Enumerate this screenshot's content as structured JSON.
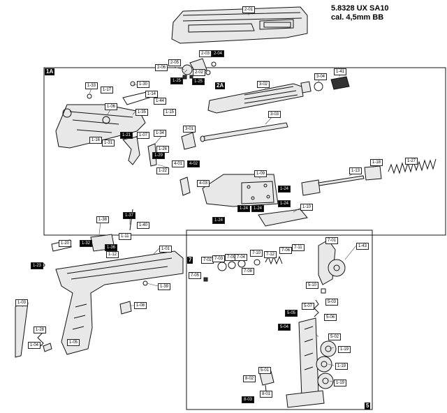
{
  "header": {
    "line1": "5.8328 UX SA10",
    "line2": "cal. 4,5mm BB"
  },
  "sections": {
    "s1A": "1A",
    "s2A": "2A",
    "s7": "7",
    "s5": "5"
  },
  "labels": {
    "l2_01": "2-01",
    "l2_06": "2-06",
    "l2_05": "2-05",
    "l2_02": "2-02",
    "l2_03": "2-03",
    "l2_04": "2-04",
    "l1_25a": "1-25",
    "l1_25b": "1-25",
    "l3_02": "3-02",
    "l3_04": "3-04",
    "l1_41": "1-41",
    "l3_03": "3-03",
    "l3_01": "3-01",
    "l1_33": "1-33",
    "l1_17": "1-17",
    "l1_30": "1-30",
    "l1_14": "1-14",
    "l1_44": "1-44",
    "l1_06": "1-06",
    "l1_35": "1-35",
    "l1_15": "1-15",
    "l1_21": "1-21",
    "l1_07": "1-07",
    "l1_34": "1-34",
    "l1_16": "1-16",
    "l1_31": "1-31",
    "l1_26": "1-26",
    "l1_29": "1-29",
    "l1_22": "1-22",
    "l4_01": "4-01",
    "l4_02": "4-02",
    "l4_03": "4-03",
    "l1_09": "1-09",
    "l1_24a": "1-24",
    "l1_24b": "1-24",
    "l1_24c": "1-24",
    "l1_24d": "1-24",
    "l1_24e": "1-24",
    "l1_13": "1-13",
    "l1_18": "1-18",
    "l1_27": "1-27",
    "l1_10": "1-10",
    "l1_38": "1-38",
    "l1_37": "1-37",
    "l1_40": "1-40",
    "l1_11": "1-11",
    "l1_36": "1-36",
    "l1_12": "1-12",
    "l1_32": "1-32",
    "l1_20": "1-20",
    "l1_01": "1-01",
    "l1_23": "1-23",
    "l1_39": "1-39",
    "l1_08": "1-08",
    "l1_03": "1-03",
    "l1_28": "1-28",
    "l1_04": "1-04",
    "l1_05": "1-05",
    "l7_02": "7-02",
    "l7_03": "7-03",
    "l7_09": "7-09",
    "l7_04": "7-04",
    "l7_10": "7-10",
    "l7_06": "7-06",
    "l7_11": "7-11",
    "l7_12": "7-12",
    "l7_01": "7-01",
    "l1_43": "1-43",
    "l7_05": "7-05",
    "l7_08": "7-08",
    "l5_10": "5-10",
    "l5_03": "5-03",
    "l5_07": "5-07",
    "l5_06": "5-06",
    "l5_05": "5-05",
    "l5_04": "5-04",
    "l5_02": "5-02",
    "l1_19a": "1-19",
    "l1_19b": "1-19",
    "l1_19c": "1-19",
    "l5_01": "5-01",
    "l8_02": "8-02",
    "l8_03": "8-03",
    "l8_01": "8-01"
  }
}
